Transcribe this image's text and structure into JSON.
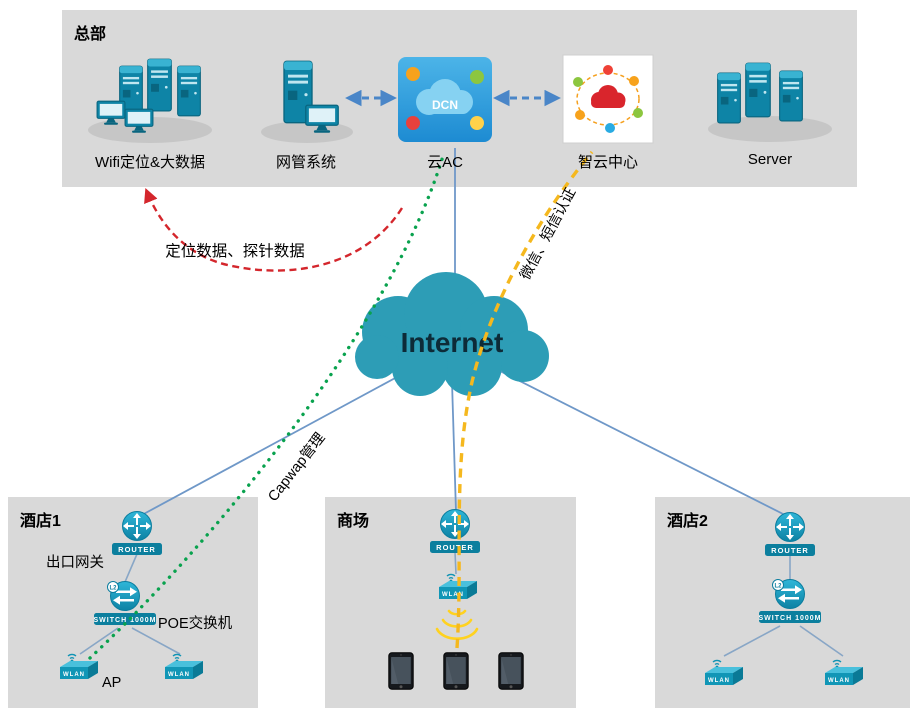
{
  "hq": {
    "label": "总部",
    "nodes": {
      "wifi": {
        "label": "Wifi定位&大数据"
      },
      "nms": {
        "label": "网管系统"
      },
      "cloudac": {
        "label": "云AC",
        "dcn": "DCN"
      },
      "zhiyun": {
        "label": "智云中心"
      },
      "server": {
        "label": "Server"
      }
    }
  },
  "internet": {
    "label": "Internet"
  },
  "sites": {
    "hotel1": {
      "label": "酒店1",
      "gateway": "出口网关",
      "poe": "POE交换机",
      "ap": "AP"
    },
    "mall": {
      "label": "商场"
    },
    "hotel2": {
      "label": "酒店2"
    }
  },
  "flows": {
    "probe": "定位数据、探针数据",
    "capwap": "Capwap管理",
    "auth": "微信、短信认证"
  },
  "device_captions": {
    "router": "ROUTER",
    "switch": "SWITCH 1000M",
    "wlan": "WLAN",
    "l2": "L2"
  },
  "colors": {
    "zone_bg": "#d9d9d9",
    "device_teal": "#1095b8",
    "internet_cloud": "#2d9db6",
    "link_blue": "#4a86c8",
    "flow_green": "#09a24e",
    "flow_yellow": "#f5b81e",
    "flow_red": "#d4262c"
  }
}
